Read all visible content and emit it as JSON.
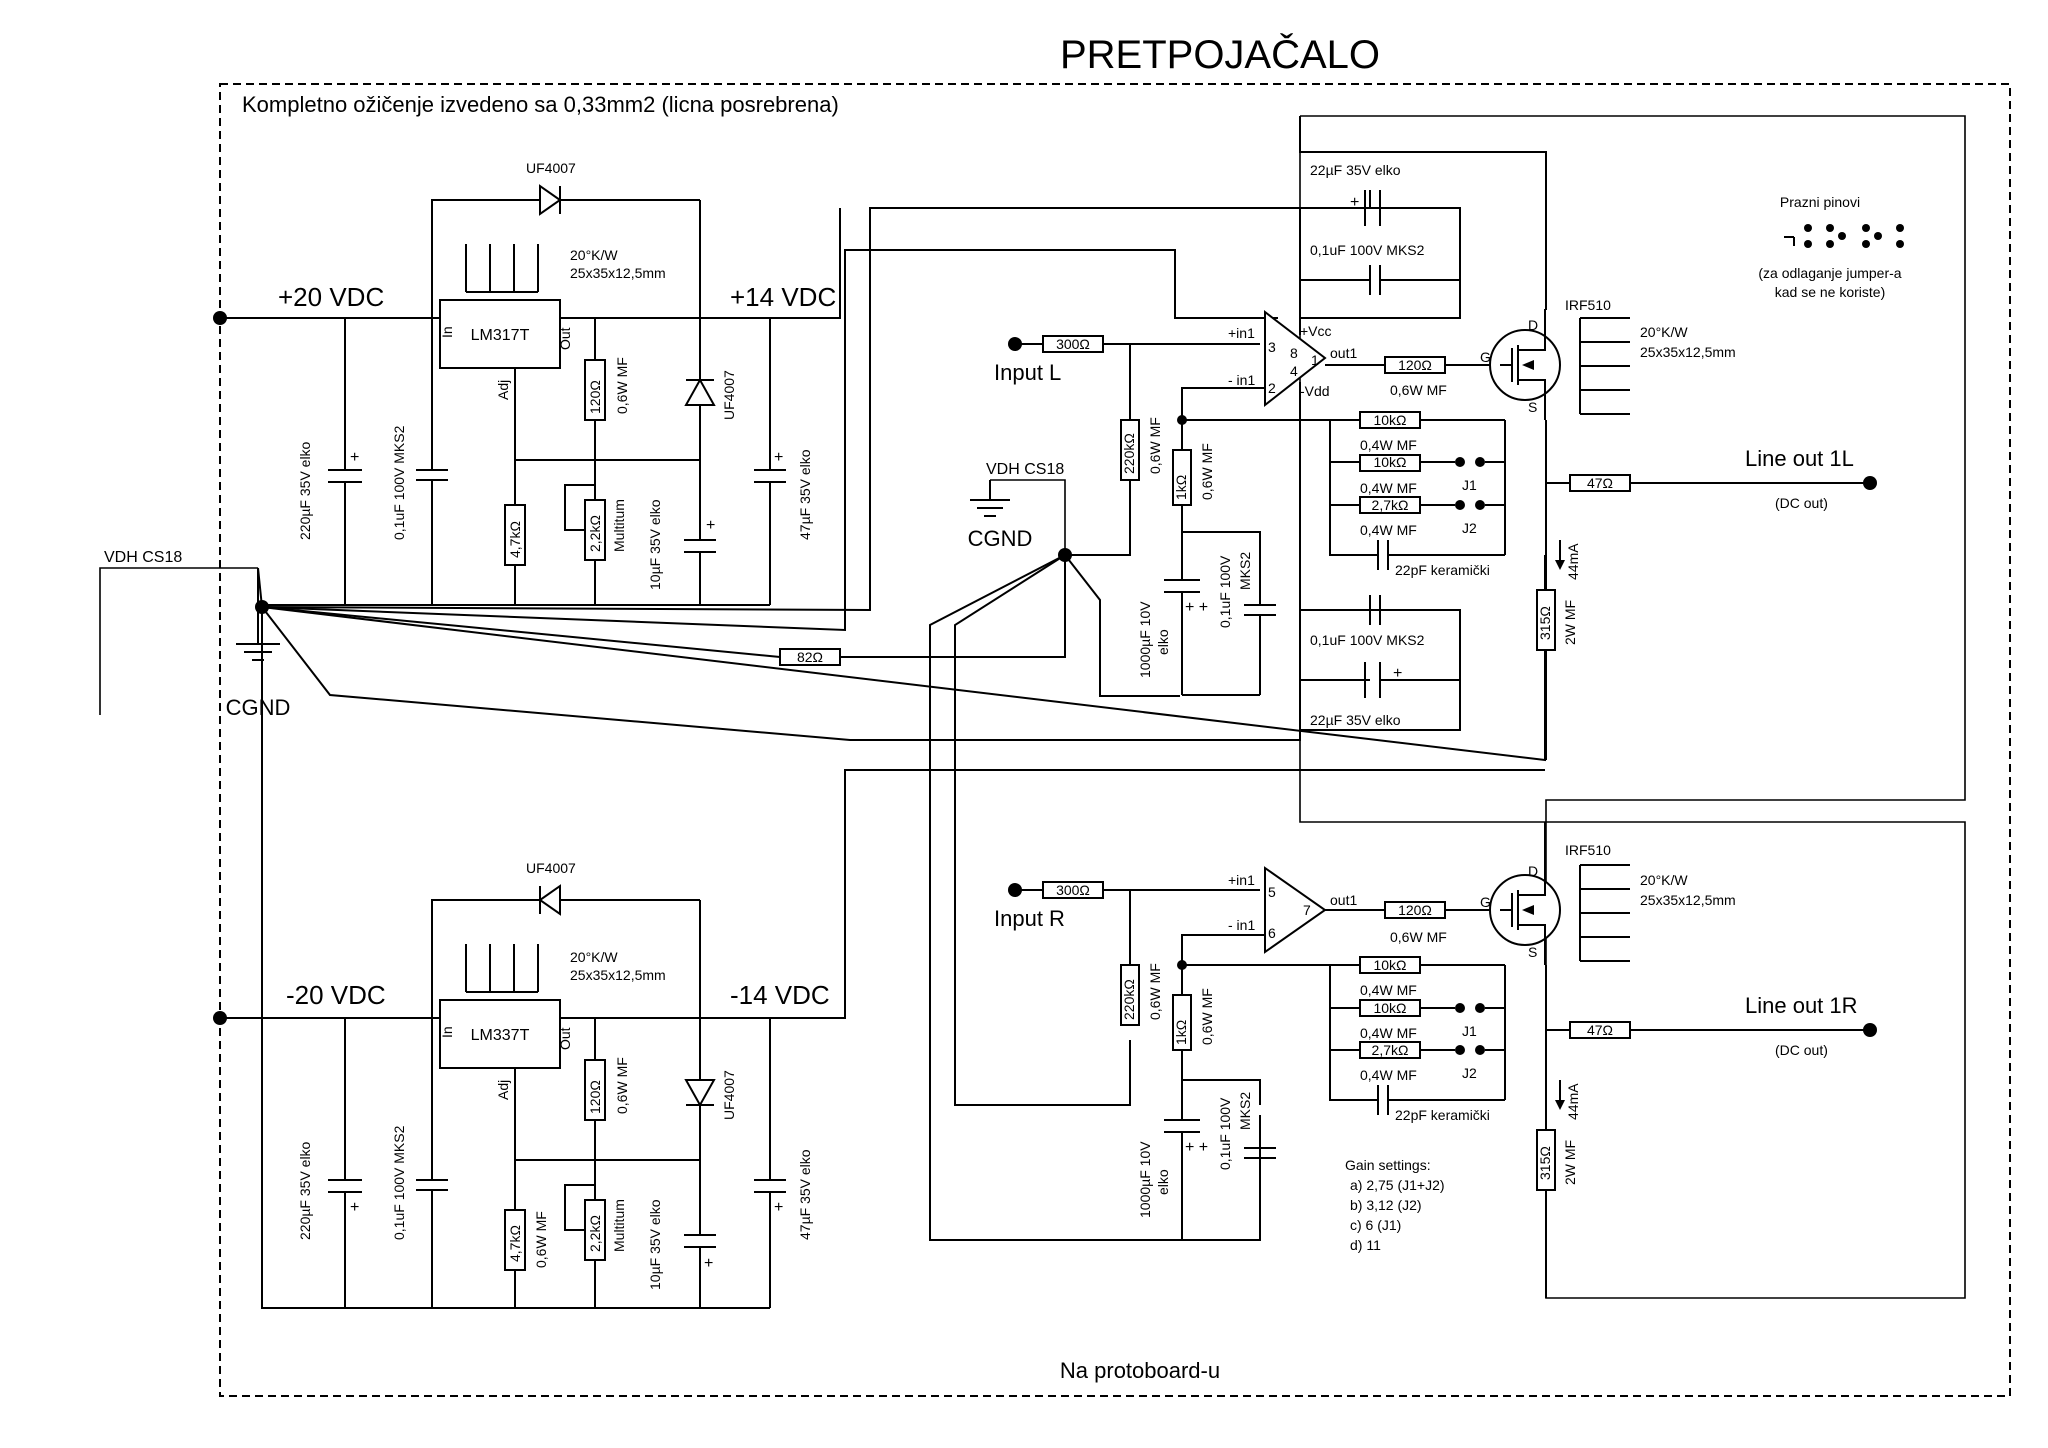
{
  "title": "PRETPOJAČALO",
  "wiring_note": "Kompletno ožičenje izvedeno sa 0,33mm2 (licna posrebrena)",
  "protoboard_note": "Na protoboard-u",
  "ground": {
    "cgnd": "CGND",
    "vdh": "VDH CS18"
  },
  "psu": {
    "pos_in": "+20 VDC",
    "pos_out": "+14 VDC",
    "neg_in": "-20 VDC",
    "neg_out": "-14 VDC",
    "reg_pos": "LM317T",
    "reg_neg": "LM337T",
    "pin_in": "In",
    "pin_out": "Out",
    "pin_adj": "Adj",
    "diode": "UF4007",
    "heatsink_1": "20°K/W",
    "heatsink_2": "25x35x12,5mm",
    "c_in_1": "220µF 35V elko",
    "c_in_2": "0,1uF 100V MKS2",
    "r_prog": "120Ω",
    "r_prog_spec": "0,6W MF",
    "r_adj": "4,7kΩ",
    "r_adj_spec": "0,6W MF",
    "pot": "2,2kΩ",
    "pot_spec": "Multitum",
    "c_adj": "10µF 35V elko",
    "c_out": "47µF 35V elko"
  },
  "amp": {
    "r_in": "300Ω",
    "r_bias": "220kΩ",
    "r_bias_spec": "0,6W MF",
    "input_l": "Input L",
    "input_r": "Input R",
    "in_plus": "+in1",
    "in_minus": "- in1",
    "out1": "out1",
    "vcc": "+Vcc",
    "vdd": "-Vdd",
    "pins_l": [
      "3",
      "8",
      "1",
      "4",
      "2"
    ],
    "pins_r": [
      "5",
      "7",
      "6"
    ],
    "r_gate": "120Ω",
    "r_gate_spec": "0,6W MF",
    "r_fb": "10kΩ",
    "r_fb_spec": "0,4W MF",
    "r_j1": "10kΩ",
    "r_j2": "2,7kΩ",
    "j1": "J1",
    "j2": "J2",
    "c_comp": "22pF keramički",
    "r_gnd": "1kΩ",
    "r_gnd_spec": "0,6W MF",
    "c_big_1": "1000µF 10V",
    "c_big_2": "elko",
    "c_big_small_1": "0,1uF 100V",
    "c_big_small_2": "MKS2",
    "dec_1": "22µF 35V elko",
    "dec_2": "0,1uF 100V MKS2",
    "r_gnd_link": "82Ω",
    "mosfet": "IRF510",
    "pin_d": "D",
    "pin_g": "G",
    "pin_s": "S",
    "r_out": "47Ω",
    "line_out_l": "Line out 1L",
    "line_out_r": "Line out 1R",
    "dc_out": "(DC out)",
    "r_load": "315Ω",
    "r_load_spec": "2W MF",
    "current": "44mA"
  },
  "jumper": {
    "title": "Prazni pinovi",
    "note_1": "(za odlaganje jumper-a",
    "note_2": "kad se ne koriste)"
  },
  "gain": {
    "title": "Gain settings:",
    "items": [
      "a) 2,75   (J1+J2)",
      "b) 3,12  (J2)",
      "c) 6  (J1)",
      "d) 11"
    ]
  }
}
